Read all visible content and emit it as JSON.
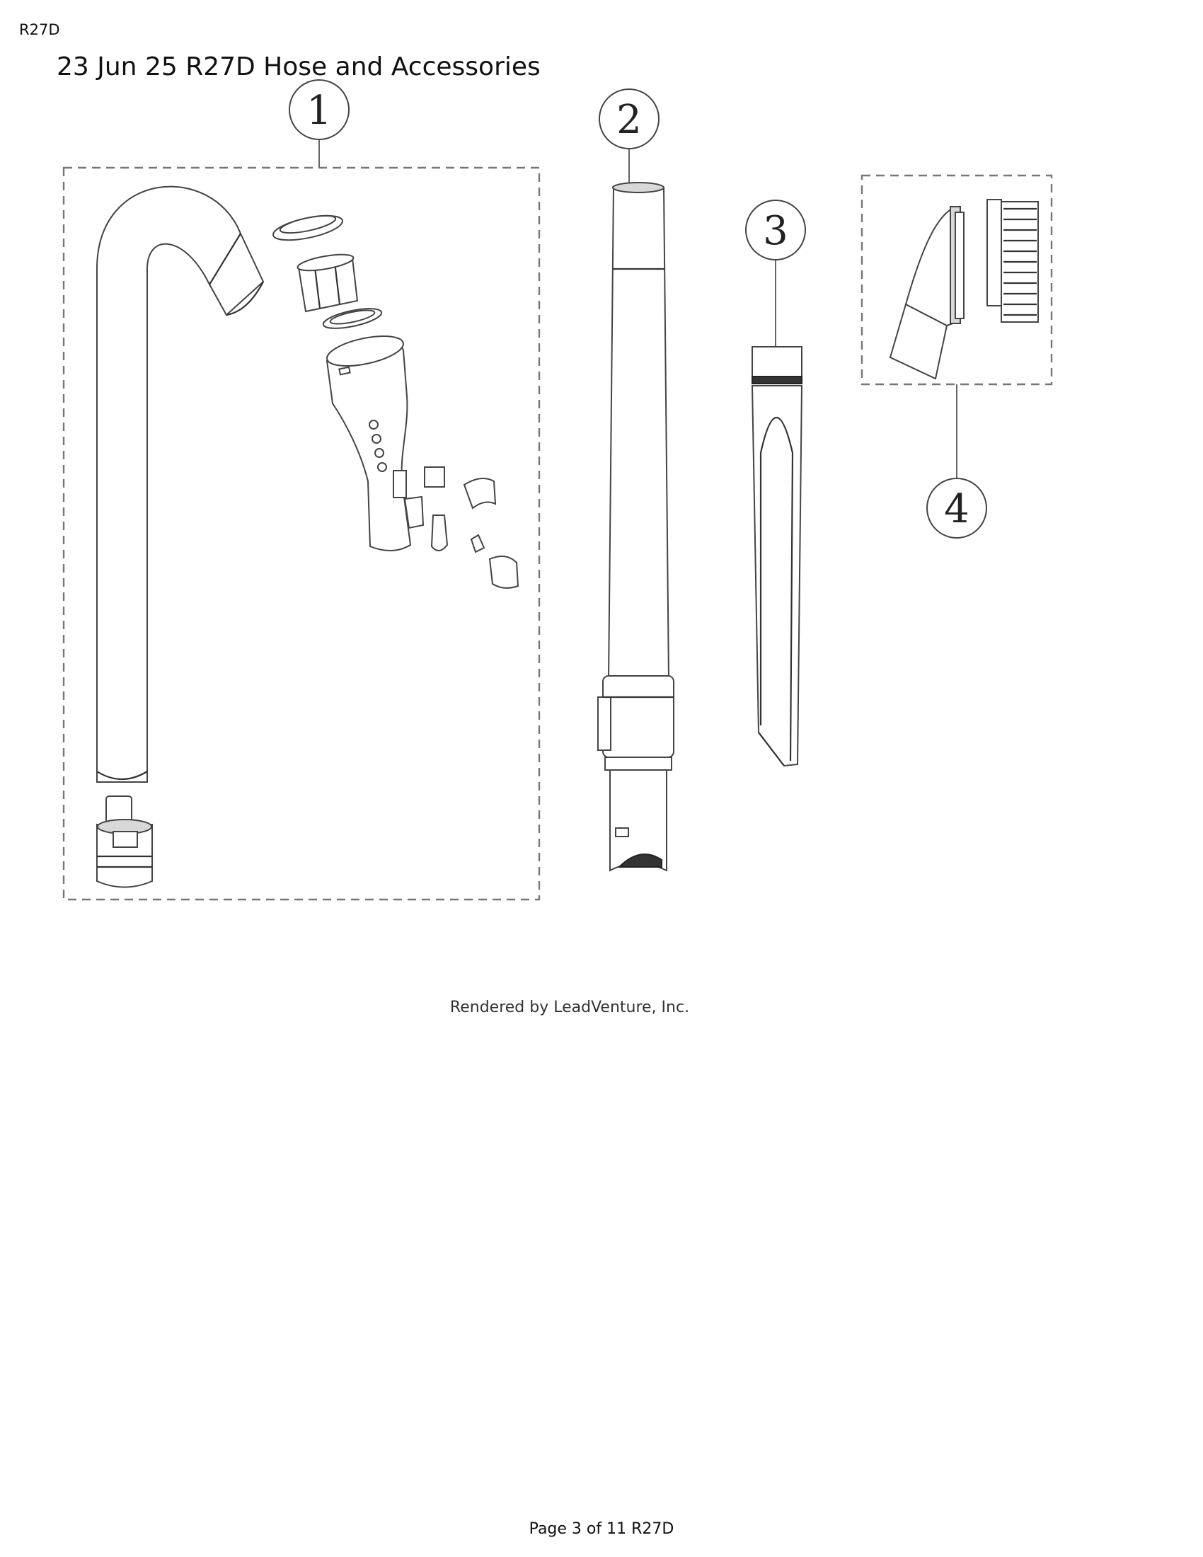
{
  "header": {
    "code": "R27D",
    "title": "23 Jun 25 R27D Hose and Accessories"
  },
  "callouts": [
    "1",
    "2",
    "3",
    "4"
  ],
  "credit": "Rendered by LeadVenture, Inc.",
  "footer": {
    "page": "Page 3 of 11 R27D"
  }
}
